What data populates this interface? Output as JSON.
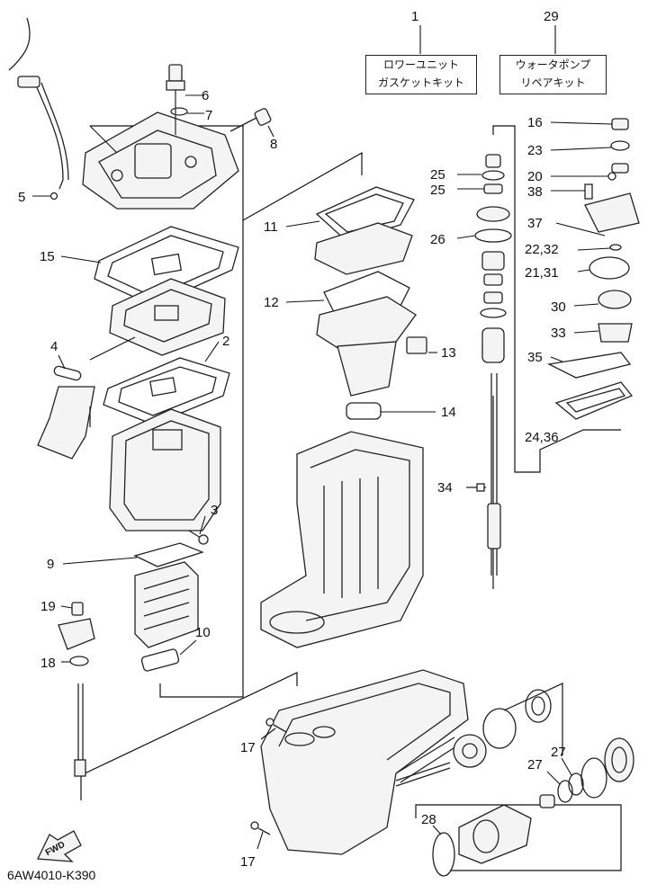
{
  "kits": [
    {
      "number": "1",
      "line1": "ロワーユニット",
      "line2": "ガスケットキット"
    },
    {
      "number": "29",
      "line1": "ウォータポンプ",
      "line2": "リペアキット"
    }
  ],
  "callouts": {
    "c2": "2",
    "c3": "3",
    "c4": "4",
    "c5": "5",
    "c6": "6",
    "c7": "7",
    "c8": "8",
    "c9": "9",
    "c10": "10",
    "c11": "11",
    "c12": "12",
    "c13": "13",
    "c14": "14",
    "c15": "15",
    "c16": "16",
    "c17a": "17",
    "c17b": "17",
    "c18": "18",
    "c19": "19",
    "c20": "20",
    "c23": "23",
    "c24_36": "24,36",
    "c25a": "25",
    "c25b": "25",
    "c26": "26",
    "c27a": "27",
    "c27b": "27",
    "c28": "28",
    "c30": "30",
    "c33": "33",
    "c34": "34",
    "c35": "35",
    "c37": "37",
    "c38": "38",
    "c21_31": "21,31",
    "c22_32": "22,32"
  },
  "fwd_label": "FWD",
  "diagram_code": "6AW4010-K390"
}
